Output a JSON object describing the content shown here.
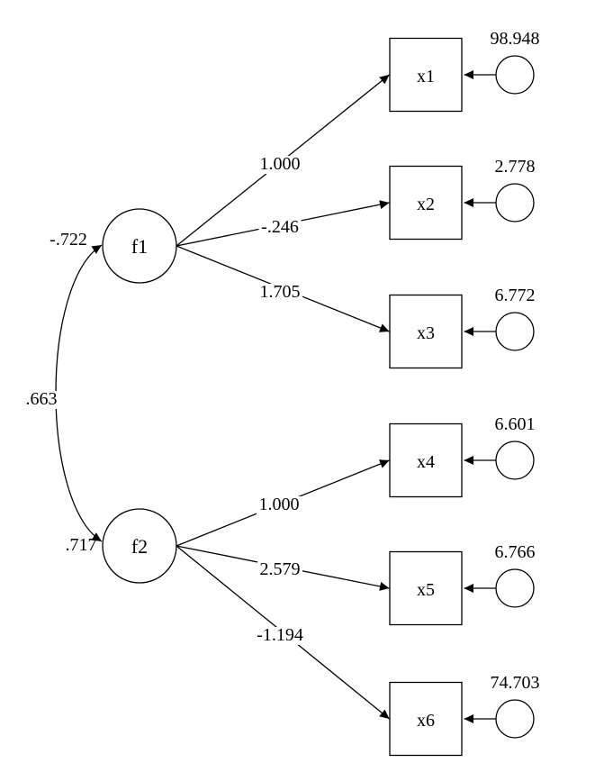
{
  "diagram": {
    "type": "sem-path-diagram",
    "factors": [
      {
        "label": "f1",
        "arrow_end_label": "-.722"
      },
      {
        "label": "f2",
        "arrow_end_label": ".717"
      }
    ],
    "covariance_label": ".663",
    "indicators": [
      {
        "label": "x1",
        "factor": "f1",
        "loading": "1.000",
        "error_variance": "98.948"
      },
      {
        "label": "x2",
        "factor": "f1",
        "loading": "-.246",
        "error_variance": "2.778"
      },
      {
        "label": "x3",
        "factor": "f1",
        "loading": "1.705",
        "error_variance": "6.772"
      },
      {
        "label": "x4",
        "factor": "f2",
        "loading": "1.000",
        "error_variance": "6.601"
      },
      {
        "label": "x5",
        "factor": "f2",
        "loading": "2.579",
        "error_variance": "6.766"
      },
      {
        "label": "x6",
        "factor": "f2",
        "loading": "-1.194",
        "error_variance": "74.703"
      }
    ],
    "colors": {
      "stroke": "#000000",
      "background": "#ffffff"
    }
  }
}
